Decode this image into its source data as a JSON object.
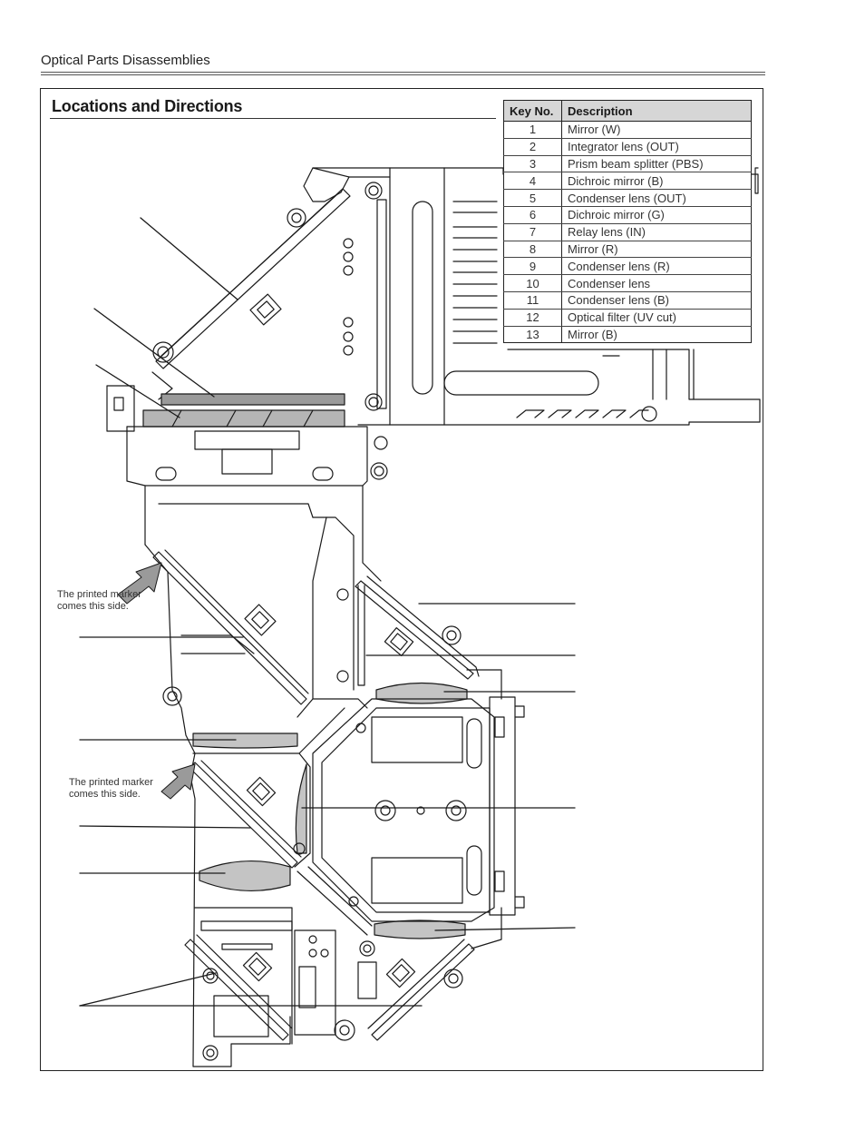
{
  "header": {
    "section_name": "Optical Parts Disassemblies"
  },
  "main": {
    "title": "Locations and Directions"
  },
  "key_table": {
    "col_key": "Key No.",
    "col_desc": "Description",
    "rows": [
      {
        "key": "1",
        "desc": "Mirror (W)"
      },
      {
        "key": "2",
        "desc": "Integrator lens (OUT)"
      },
      {
        "key": "3",
        "desc": "Prism beam splitter (PBS)"
      },
      {
        "key": "4",
        "desc": "Dichroic mirror (B)"
      },
      {
        "key": "5",
        "desc": "Condenser lens (OUT)"
      },
      {
        "key": "6",
        "desc": "Dichroic mirror (G)"
      },
      {
        "key": "7",
        "desc": "Relay lens (IN)"
      },
      {
        "key": "8",
        "desc": "Mirror (R)"
      },
      {
        "key": "9",
        "desc": "Condenser lens (R)"
      },
      {
        "key": "10",
        "desc": "Condenser lens"
      },
      {
        "key": "11",
        "desc": "Condenser lens (B)"
      },
      {
        "key": "12",
        "desc": "Optical filter (UV cut)"
      },
      {
        "key": "13",
        "desc": "Mirror (B)"
      }
    ]
  },
  "notes": {
    "marker_note_1_line1": "The printed marker",
    "marker_note_1_line2": "comes this side.",
    "marker_note_2_line1": "The printed marker",
    "marker_note_2_line2": "comes this side."
  },
  "colors": {
    "lens_fill": "#c4c4c4",
    "line": "#1a1a1a",
    "table_header": "#d6d6d6"
  }
}
